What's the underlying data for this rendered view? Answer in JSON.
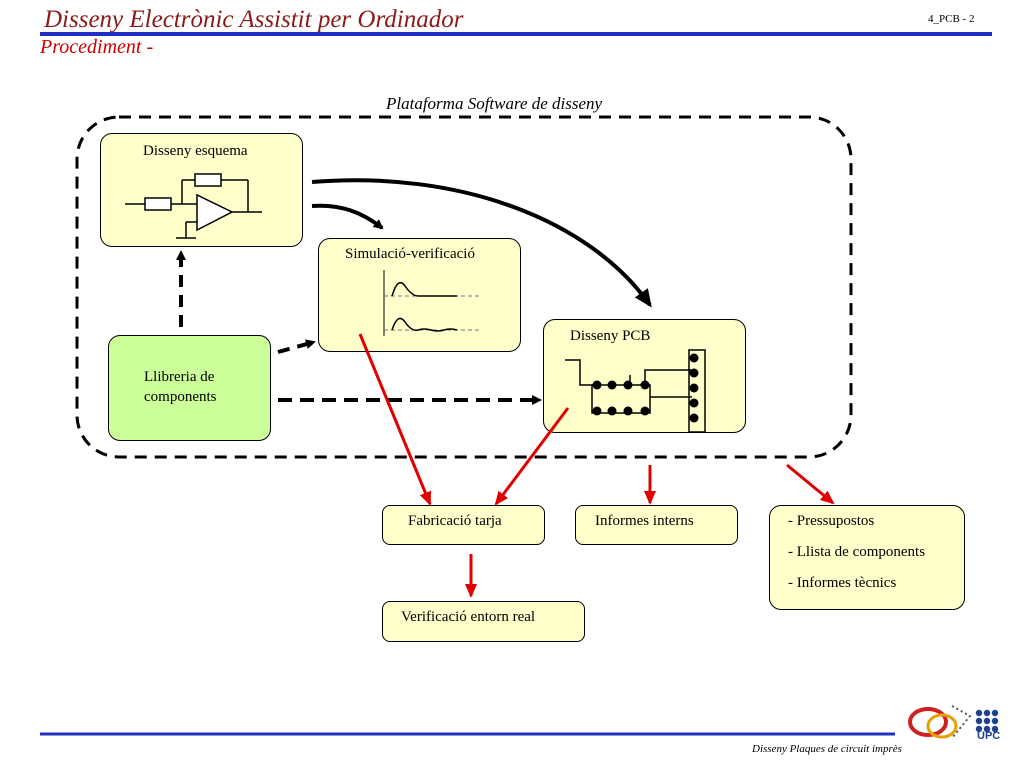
{
  "header": {
    "title": "Disseny Electrònic Assistit per Ordinador",
    "subtitle": "Procediment -",
    "page_number": "4_PCB  - 2"
  },
  "footer": {
    "text": "Disseny Plaques de circuit imprès",
    "logo_text": "UPC"
  },
  "diagram": {
    "platform_label": "Plataforma Software de disseny",
    "nodes": {
      "schematic": "Disseny esquema",
      "simulation": "Simulació-verificació",
      "pcb": "Disseny PCB",
      "library_line1": "Llibreria de",
      "library_line2": "components",
      "fabrication": "Fabricació tarja",
      "internal_reports": "Informes interns",
      "budget_line1": "- Pressupostos",
      "budget_line2": "- Llista de components",
      "budget_line3": "- Informes tècnics",
      "verification": "Verificació entorn real"
    },
    "colors": {
      "title": "#8b1a1a",
      "subtitle": "#cc0000",
      "header_rule": "#1f2fbf",
      "box_yellow": "#ffffcc",
      "box_green": "#ccff99",
      "arrow_red": "#e00000",
      "arrow_black": "#000000"
    }
  }
}
